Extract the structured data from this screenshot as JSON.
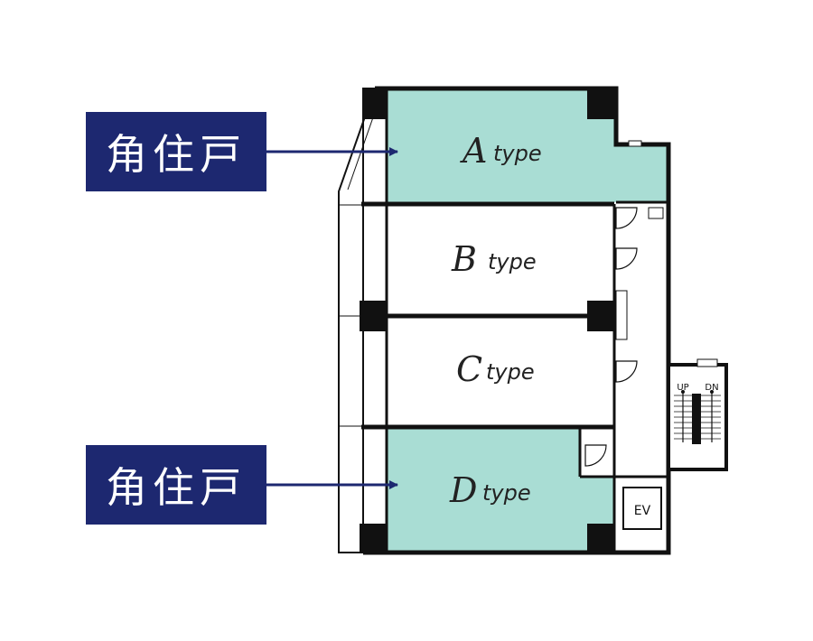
{
  "callouts": {
    "top": "角住戸",
    "bottom": "角住戸"
  },
  "units": {
    "a": {
      "letter": "A",
      "type": "type"
    },
    "b": {
      "letter": "B",
      "type": "type"
    },
    "c": {
      "letter": "C",
      "type": "type"
    },
    "d": {
      "letter": "D",
      "type": "type"
    }
  },
  "stairs": {
    "up": "UP",
    "dn": "DN"
  },
  "elevator": "EV",
  "colors": {
    "callout_bg": "#1d2870",
    "corner_unit_fill": "#a9ddd4",
    "wall": "#111111"
  }
}
